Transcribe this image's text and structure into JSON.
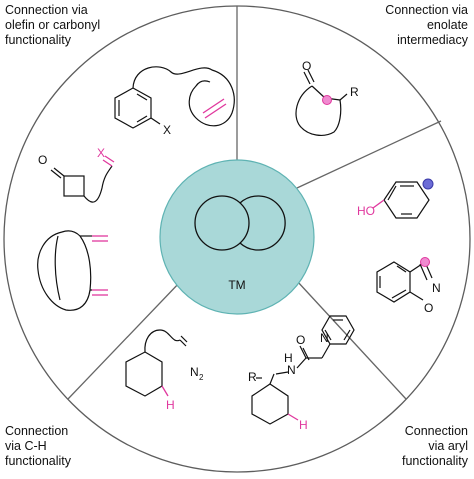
{
  "corners": {
    "top_left": [
      "Connection via",
      "olefin or carbonyl",
      "functionality"
    ],
    "top_right": [
      "Connection via",
      "enolate",
      "intermediacy"
    ],
    "bottom_left": [
      "Connection",
      "via C-H",
      "functionality"
    ],
    "bottom_right": [
      "Connection",
      "via aryl",
      "functionality"
    ]
  },
  "center": {
    "label": "TM"
  },
  "atoms": {
    "x": "X",
    "x_magenta": "X",
    "oxygen": "O",
    "r": "R",
    "ho": "HO",
    "oxazole_o": "O",
    "oxazole_n": "N",
    "diazo_n": "N",
    "diazo_sub": "2",
    "h": "H",
    "r2": "R",
    "nh": "H",
    "amide_n": "N",
    "amide_o": "O",
    "pyridine_n": "N"
  },
  "colors": {
    "hub": "#a9d8d8",
    "hub_stroke": "#5fb3b3",
    "ring": "#5d5d5d",
    "spoke": "#666666",
    "highlight": "#e0389e",
    "highlight_fill": "#f08ad0",
    "atom": "#111111"
  }
}
